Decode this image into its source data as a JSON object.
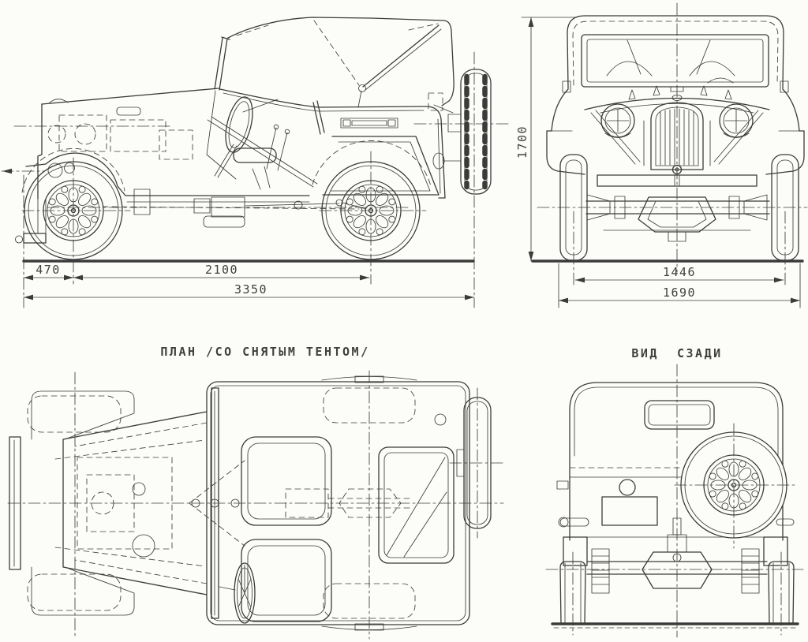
{
  "drawing": {
    "plan_view_label": "ПЛАН /СО СНЯТЫМ ТЕНТОМ/",
    "rear_view_label": "ВИД  СЗАДИ",
    "side_view_dimensions": {
      "front_overhang": "470",
      "wheelbase": "2100",
      "overall_length": "3350"
    },
    "front_view_dimensions": {
      "overall_height": "1700",
      "track": "1446",
      "overall_width": "1690"
    },
    "colors": {
      "ink": "#3b3b3b",
      "paper": "#fcfcf8"
    }
  }
}
